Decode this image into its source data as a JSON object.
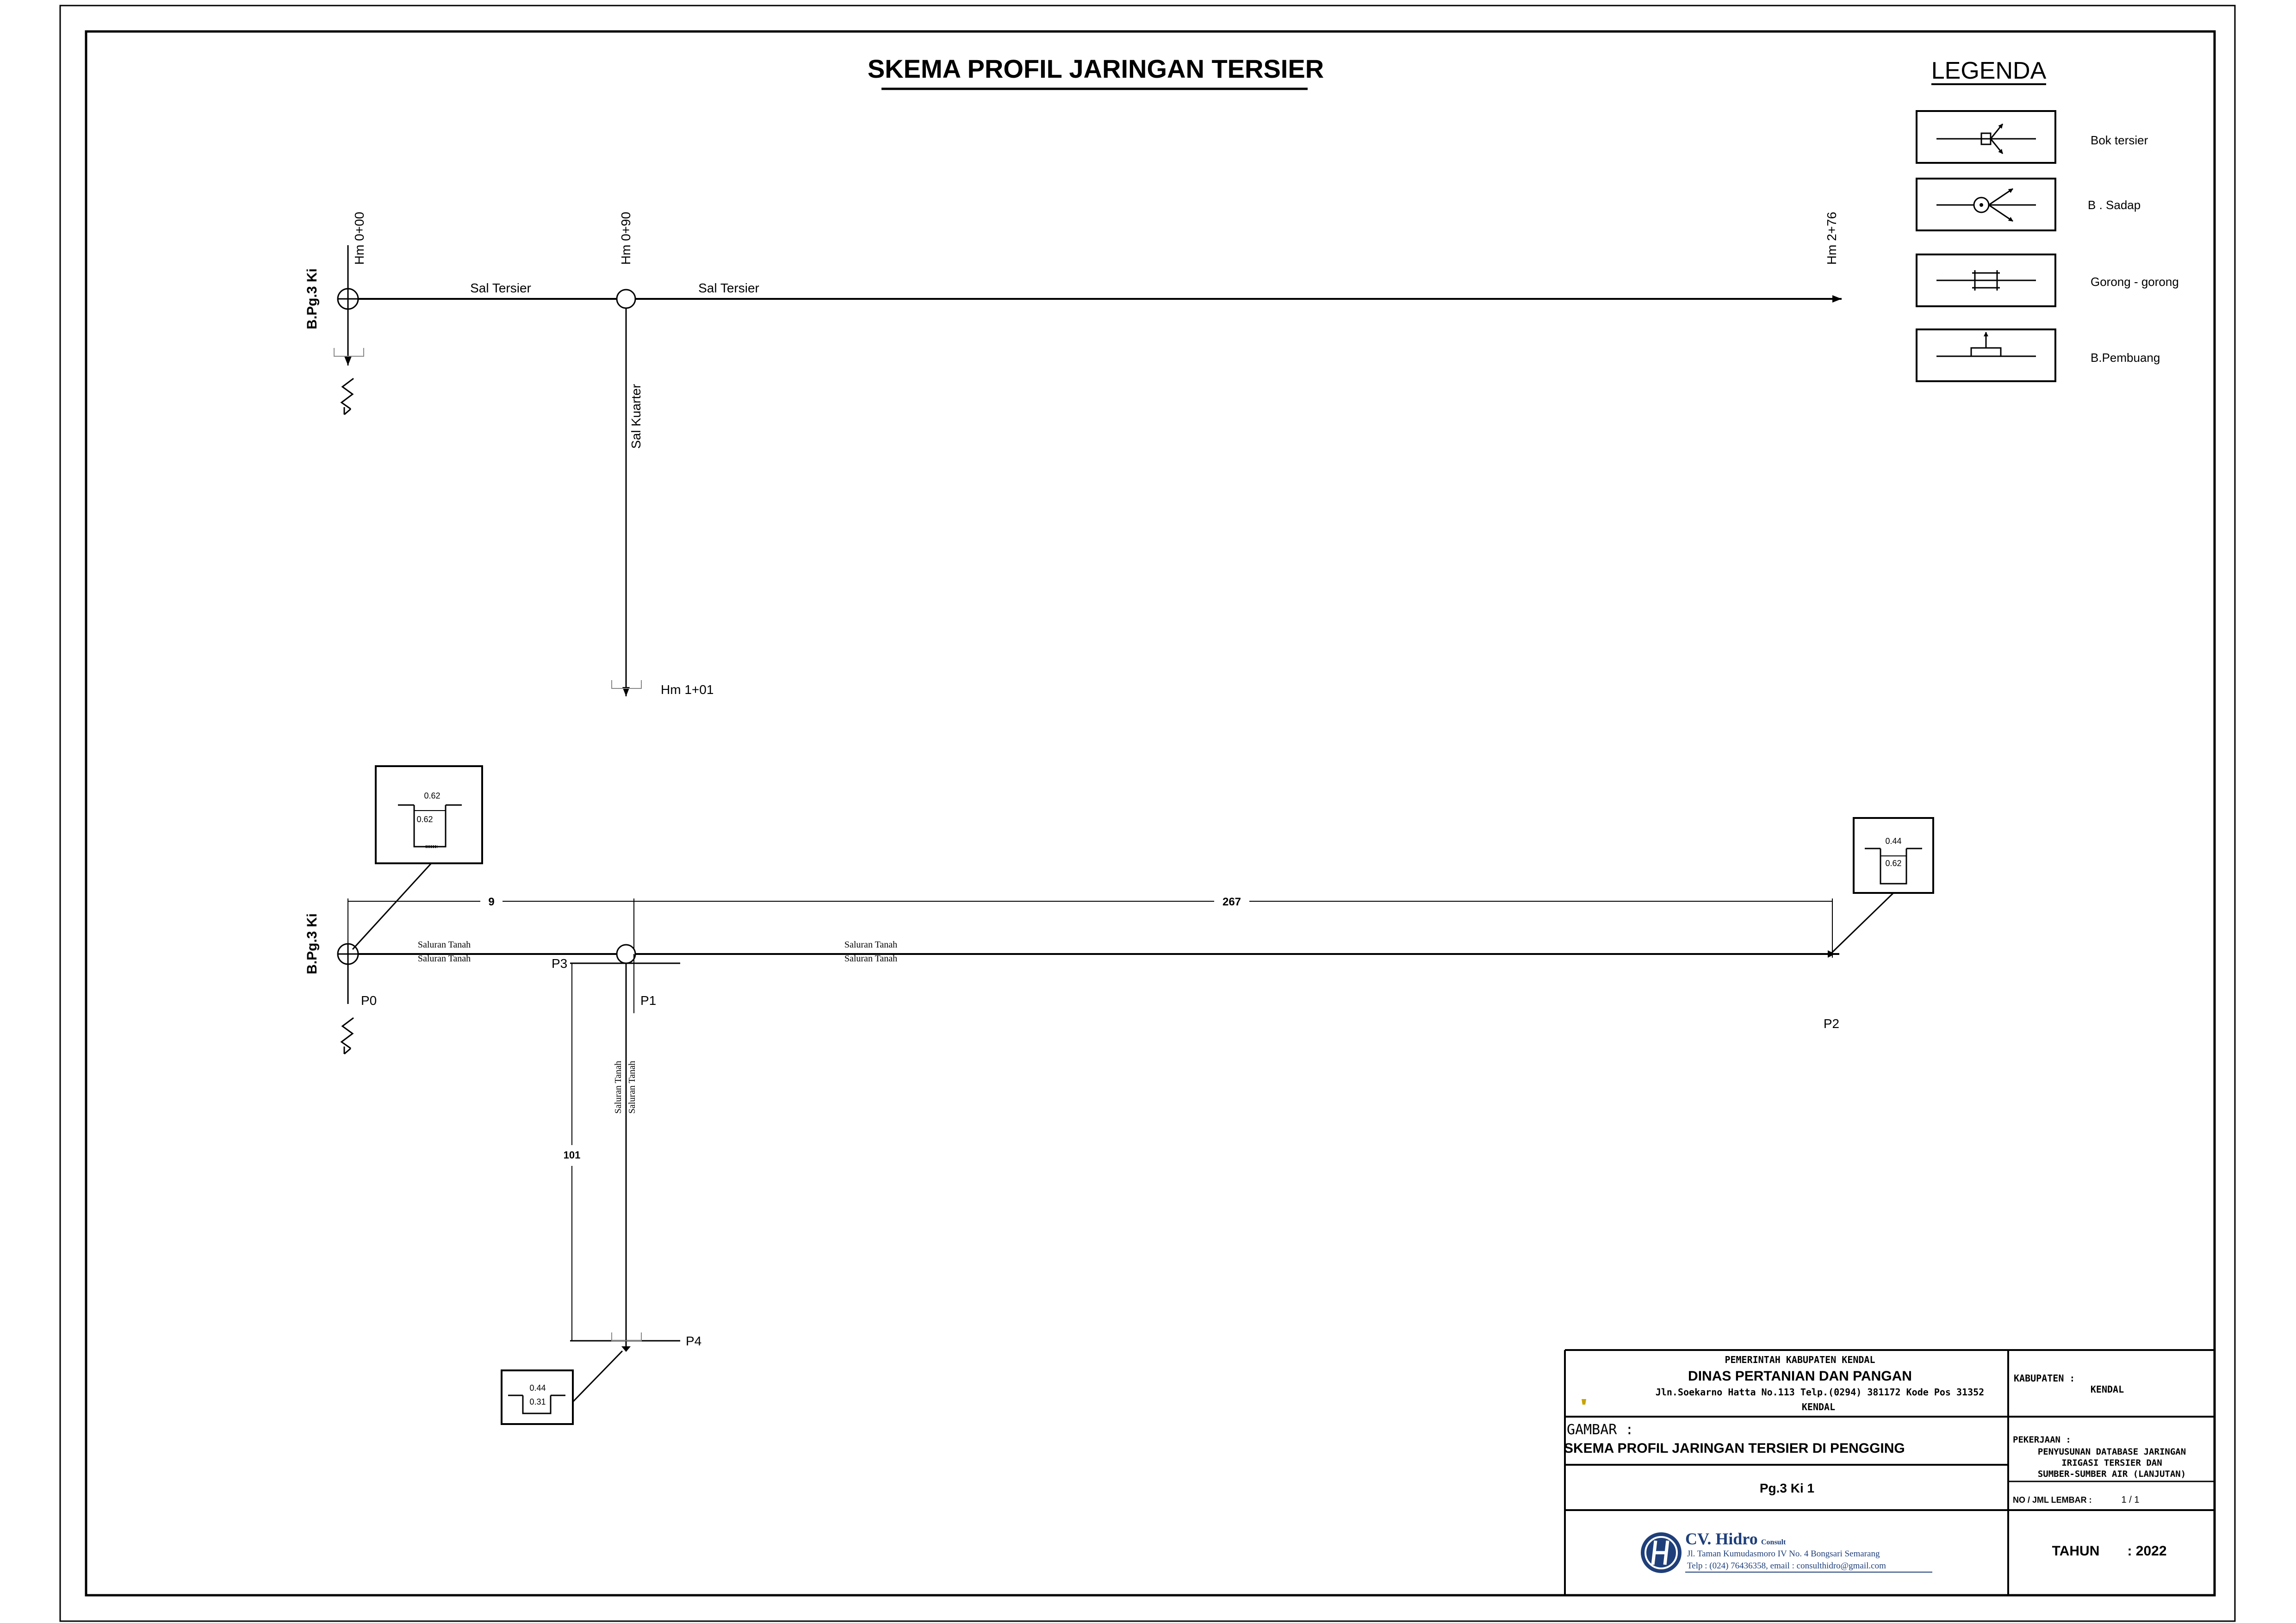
{
  "title": "SKEMA PROFIL JARINGAN TERSIER",
  "legend": {
    "heading": "LEGENDA",
    "items": [
      {
        "label": "Bok tersier",
        "icon": "bok-tersier-icon"
      },
      {
        "label": "B . Sadap",
        "icon": "bangunan-sadap-icon"
      },
      {
        "label": "Gorong - gorong",
        "icon": "gorong-gorong-icon"
      },
      {
        "label": "B.Pembuang",
        "icon": "bangunan-pembuang-icon"
      }
    ]
  },
  "schematic": {
    "source_label": "B.Pg.3 Ki",
    "hm_start": "Hm 0+00",
    "hm_mid": "Hm 0+90",
    "hm_end": "Hm 2+76",
    "hm_branch_end": "Hm 1+01",
    "channel_1": "Sal Tersier",
    "channel_2": "Sal Tersier",
    "branch_channel": "Sal Kuarter"
  },
  "profile": {
    "source_label": "B.Pg.3 Ki",
    "dim_1": "9",
    "dim_2": "267",
    "dim_branch": "101",
    "channel_label": "Saluran Tanah",
    "points": {
      "p0": "P0",
      "p1": "P1",
      "p2": "P2",
      "p3": "P3",
      "p4": "P4"
    },
    "sections": {
      "s0_top": "0.62",
      "s0_bot": "0.62",
      "s2_top": "0.44",
      "s2_bot": "0.62",
      "s4_top": "0.44",
      "s4_bot": "0.31"
    }
  },
  "title_block": {
    "gov": "PEMERINTAH KABUPATEN KENDAL",
    "dept": "DINAS PERTANIAN DAN PANGAN",
    "address": "Jln.Soekarno Hatta No.113 Telp.(0294) 381172 Kode Pos 31352",
    "city": "KENDAL",
    "kabupaten_label": "KABUPATEN :",
    "kabupaten_value": "KENDAL",
    "gambar_label": "GAMBAR :",
    "gambar_value": "SKEMA PROFIL JARINGAN TERSIER DI PENGGING",
    "pekerjaan_label": "PEKERJAAN :",
    "pekerjaan_line1": "PENYUSUNAN DATABASE JARINGAN",
    "pekerjaan_line2": "IRIGASI TERSIER DAN",
    "pekerjaan_line3": "SUMBER-SUMBER AIR (LANJUTAN)",
    "code": "Pg.3 Ki 1",
    "lembar_label": "NO / JML LEMBAR :",
    "lembar_value": "1 / 1",
    "company": "CV. Hidro",
    "company_sub": "Consult",
    "company_addr": "Jl. Taman Kumudasmoro IV No. 4 Bongsari Semarang",
    "company_contact": "Telp : (024) 76436358, email : consulthidro@gmail.com",
    "tahun_label": "TAHUN",
    "tahun_value": ": 2022"
  }
}
